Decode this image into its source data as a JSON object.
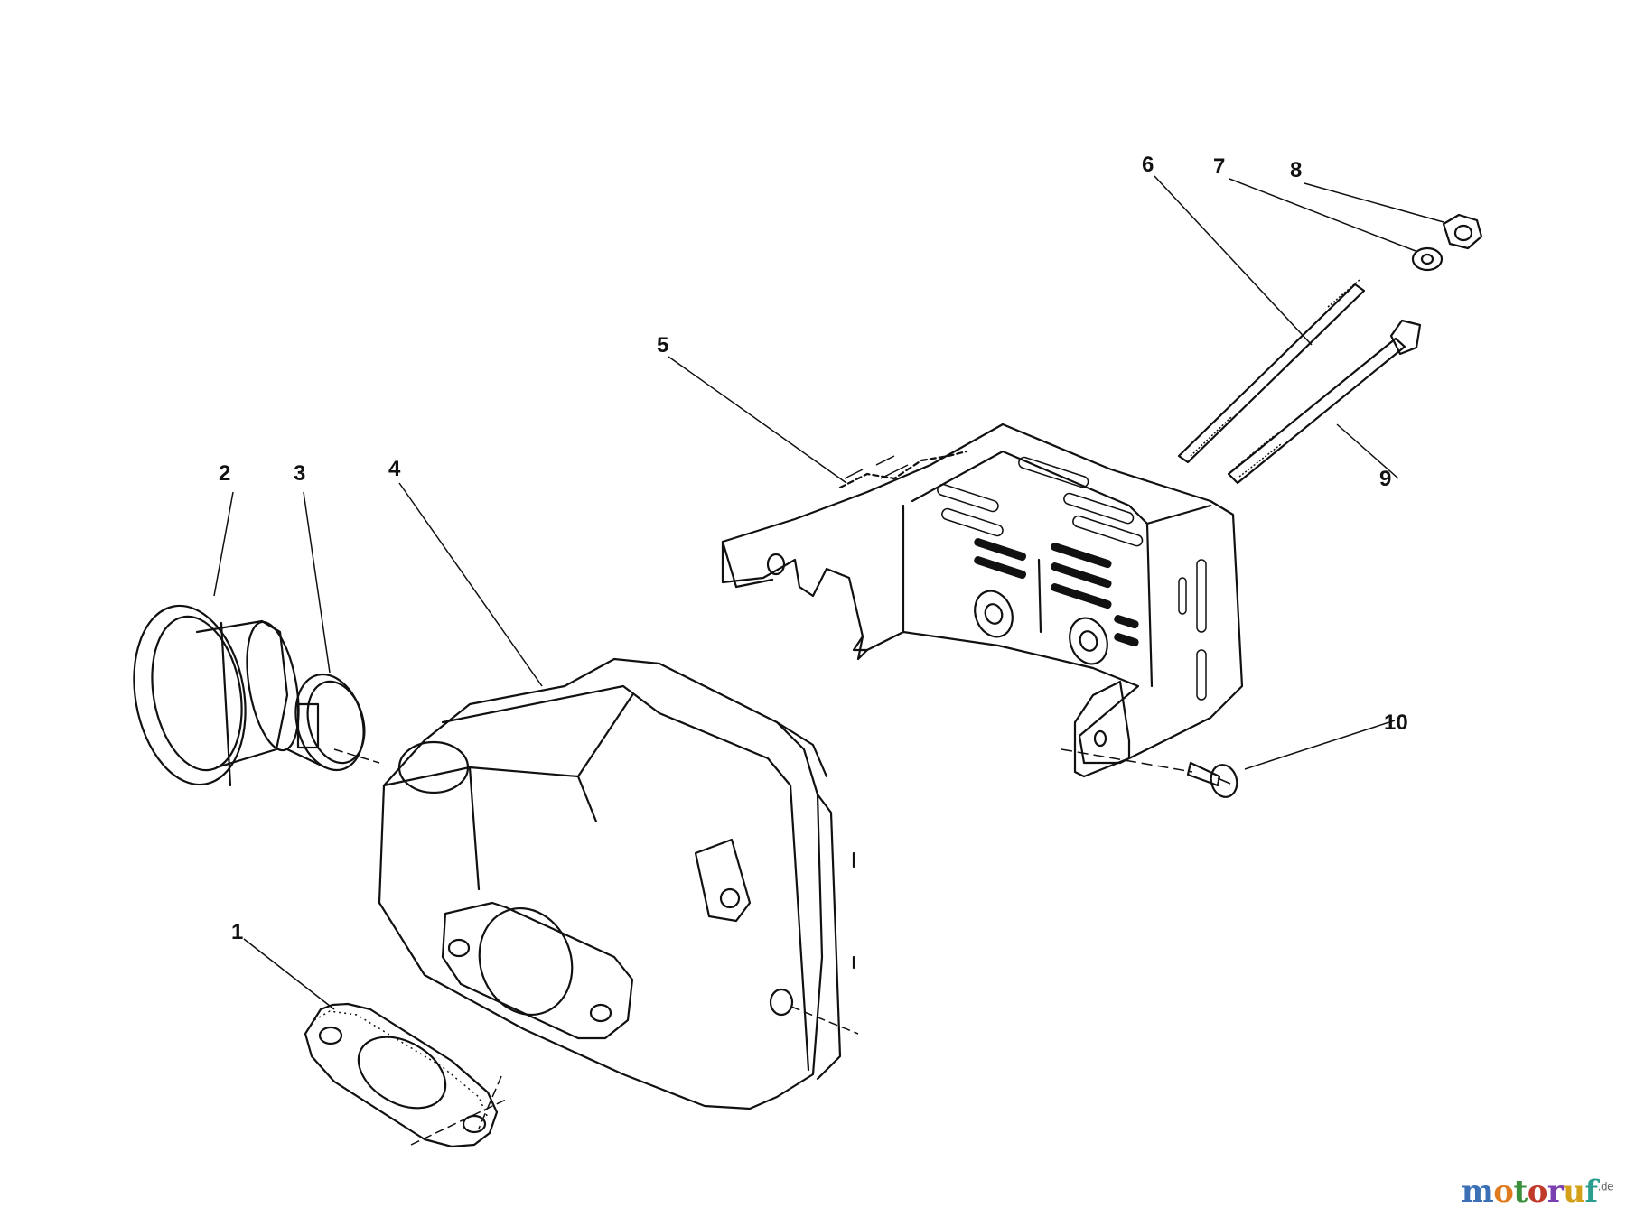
{
  "callouts": {
    "c1": "1",
    "c2": "2",
    "c3": "3",
    "c4": "4",
    "c5": "5",
    "c6": "6",
    "c7": "7",
    "c8": "8",
    "c9": "9",
    "c10": "10"
  },
  "watermark": {
    "letters": [
      "m",
      "o",
      "t",
      "o",
      "r",
      "u",
      "f"
    ],
    "colors": [
      "#3b6fb6",
      "#e07a1f",
      "#3b8f3a",
      "#c0392b",
      "#7a3fb0",
      "#d4a017",
      "#2a9d8f"
    ],
    "suffix": ".de"
  }
}
